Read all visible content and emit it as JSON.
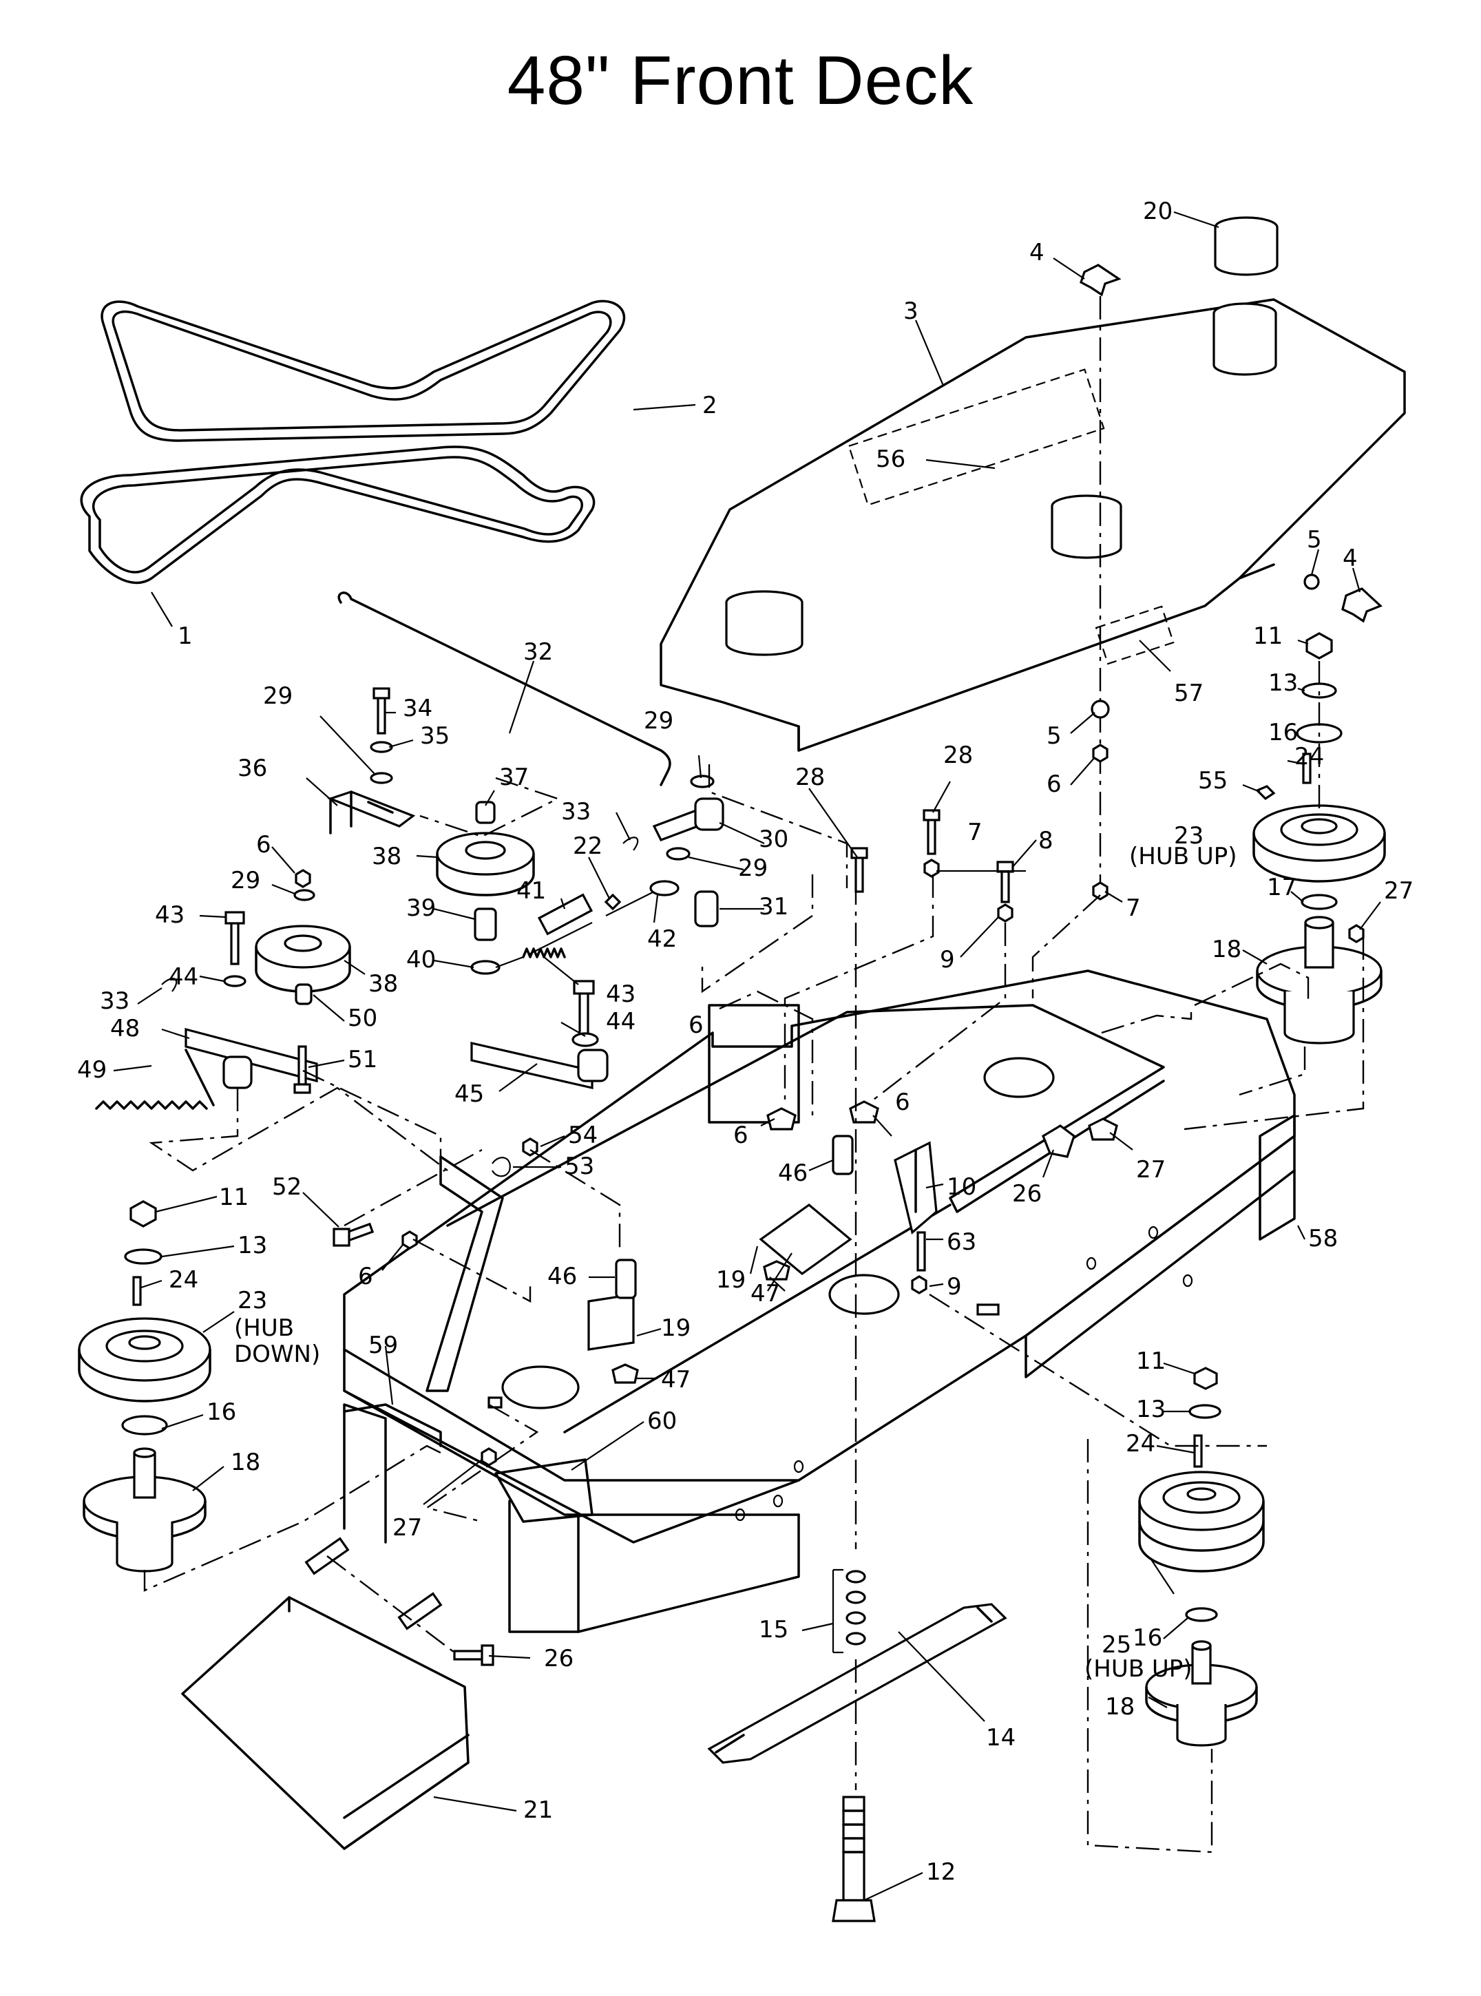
{
  "title": "48\" Front Deck",
  "labels": [
    {
      "id": "l1",
      "text": "1"
    },
    {
      "id": "l2",
      "text": "2"
    },
    {
      "id": "l3",
      "text": "3"
    },
    {
      "id": "l4a",
      "text": "4"
    },
    {
      "id": "l4b",
      "text": "4"
    },
    {
      "id": "l5a",
      "text": "5"
    },
    {
      "id": "l5b",
      "text": "5"
    },
    {
      "id": "l6a",
      "text": "6"
    },
    {
      "id": "l6b",
      "text": "6"
    },
    {
      "id": "l6c",
      "text": "6"
    },
    {
      "id": "l6d",
      "text": "6"
    },
    {
      "id": "l6e",
      "text": "6"
    },
    {
      "id": "l6f",
      "text": "6"
    },
    {
      "id": "l7a",
      "text": "7"
    },
    {
      "id": "l7b",
      "text": "7"
    },
    {
      "id": "l8",
      "text": "8"
    },
    {
      "id": "l9a",
      "text": "9"
    },
    {
      "id": "l9b",
      "text": "9"
    },
    {
      "id": "l10",
      "text": "10"
    },
    {
      "id": "l11a",
      "text": "11"
    },
    {
      "id": "l11b",
      "text": "11"
    },
    {
      "id": "l11c",
      "text": "11"
    },
    {
      "id": "l12",
      "text": "12"
    },
    {
      "id": "l13a",
      "text": "13"
    },
    {
      "id": "l13b",
      "text": "13"
    },
    {
      "id": "l13c",
      "text": "13"
    },
    {
      "id": "l14",
      "text": "14"
    },
    {
      "id": "l15",
      "text": "15"
    },
    {
      "id": "l16a",
      "text": "16"
    },
    {
      "id": "l16b",
      "text": "16"
    },
    {
      "id": "l16c",
      "text": "16"
    },
    {
      "id": "l17",
      "text": "17"
    },
    {
      "id": "l18a",
      "text": "18"
    },
    {
      "id": "l18b",
      "text": "18"
    },
    {
      "id": "l18c",
      "text": "18"
    },
    {
      "id": "l19a",
      "text": "19"
    },
    {
      "id": "l19b",
      "text": "19"
    },
    {
      "id": "l20",
      "text": "20"
    },
    {
      "id": "l21",
      "text": "21"
    },
    {
      "id": "l22",
      "text": "22"
    },
    {
      "id": "l23a",
      "text": "23"
    },
    {
      "id": "l23b",
      "text": "23"
    },
    {
      "id": "l24a",
      "text": "24"
    },
    {
      "id": "l24b",
      "text": "24"
    },
    {
      "id": "l24c",
      "text": "24"
    },
    {
      "id": "l25",
      "text": "25"
    },
    {
      "id": "l26a",
      "text": "26"
    },
    {
      "id": "l26b",
      "text": "26"
    },
    {
      "id": "l27a",
      "text": "27"
    },
    {
      "id": "l27b",
      "text": "27"
    },
    {
      "id": "l27c",
      "text": "27"
    },
    {
      "id": "l28a",
      "text": "28"
    },
    {
      "id": "l28b",
      "text": "28"
    },
    {
      "id": "l29a",
      "text": "29"
    },
    {
      "id": "l29b",
      "text": "29"
    },
    {
      "id": "l29c",
      "text": "29"
    },
    {
      "id": "l29d",
      "text": "29"
    },
    {
      "id": "l30",
      "text": "30"
    },
    {
      "id": "l31",
      "text": "31"
    },
    {
      "id": "l32",
      "text": "32"
    },
    {
      "id": "l33a",
      "text": "33"
    },
    {
      "id": "l33b",
      "text": "33"
    },
    {
      "id": "l34",
      "text": "34"
    },
    {
      "id": "l35",
      "text": "35"
    },
    {
      "id": "l36",
      "text": "36"
    },
    {
      "id": "l37",
      "text": "37"
    },
    {
      "id": "l38a",
      "text": "38"
    },
    {
      "id": "l38b",
      "text": "38"
    },
    {
      "id": "l39",
      "text": "39"
    },
    {
      "id": "l40",
      "text": "40"
    },
    {
      "id": "l41",
      "text": "41"
    },
    {
      "id": "l42",
      "text": "42"
    },
    {
      "id": "l43a",
      "text": "43"
    },
    {
      "id": "l43b",
      "text": "43"
    },
    {
      "id": "l44a",
      "text": "44"
    },
    {
      "id": "l44b",
      "text": "44"
    },
    {
      "id": "l45",
      "text": "45"
    },
    {
      "id": "l46a",
      "text": "46"
    },
    {
      "id": "l46b",
      "text": "46"
    },
    {
      "id": "l47a",
      "text": "47"
    },
    {
      "id": "l47b",
      "text": "47"
    },
    {
      "id": "l48",
      "text": "48"
    },
    {
      "id": "l49",
      "text": "49"
    },
    {
      "id": "l50",
      "text": "50"
    },
    {
      "id": "l51",
      "text": "51"
    },
    {
      "id": "l52",
      "text": "52"
    },
    {
      "id": "l53",
      "text": "53"
    },
    {
      "id": "l54",
      "text": "54"
    },
    {
      "id": "l55",
      "text": "55"
    },
    {
      "id": "l56",
      "text": "56"
    },
    {
      "id": "l57",
      "text": "57"
    },
    {
      "id": "l58",
      "text": "58"
    },
    {
      "id": "l59",
      "text": "59"
    },
    {
      "id": "l60",
      "text": "60"
    },
    {
      "id": "l63",
      "text": "63"
    }
  ],
  "notes": {
    "hub_up_a": "(HUB  UP)",
    "hub_down_1": "(HUB",
    "hub_down_2": "DOWN)",
    "hub_up_b": "(HUB  UP)"
  }
}
